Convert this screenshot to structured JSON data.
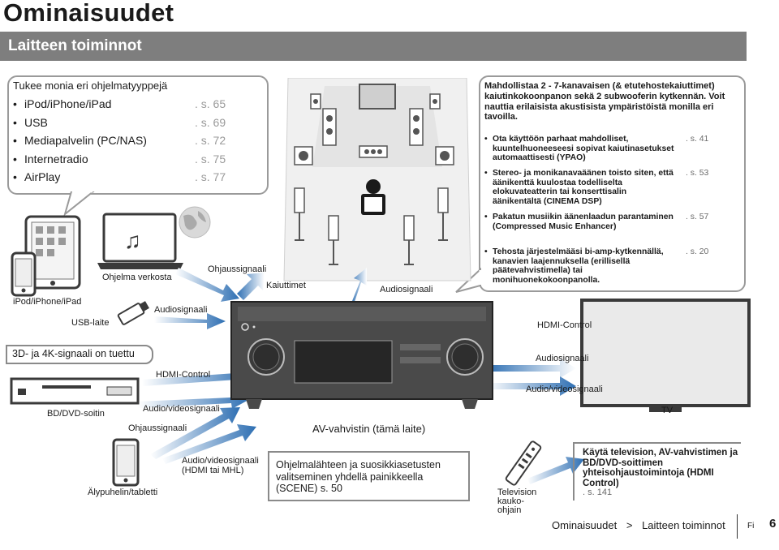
{
  "page": {
    "title": "Ominaisuudet",
    "section": "Laitteen toiminnot"
  },
  "platforms": {
    "heading": "Tukee monia eri ohjelmatyyppejä",
    "items": [
      {
        "name": "iPod/iPhone/iPad",
        "page": ". s. 65"
      },
      {
        "name": "USB",
        "page": ". s. 69"
      },
      {
        "name": "Mediapalvelin (PC/NAS)",
        "page": ". s. 72"
      },
      {
        "name": "Internetradio",
        "page": ". s. 75"
      },
      {
        "name": "AirPlay",
        "page": ". s. 77"
      }
    ]
  },
  "features": {
    "intro": "Mahdollistaa 2 - 7-kanavaisen (& etutehostekaiuttimet) kaiutinkokoonpanon sekä 2 subwooferin kytkennän. Voit nauttia erilaisista akustisista ympäristöistä monilla eri tavoilla.",
    "items": [
      {
        "text": "Ota käyttöön parhaat mahdolliset, kuuntelhuoneeseesi sopivat kaiutinasetukset automaattisesti (YPAO)",
        "page": ". s. 41"
      },
      {
        "text": "Stereo- ja monikanavaäänen toisto siten, että äänikenttä kuulostaa todelliselta elokuvateatterin tai konserttisalin äänikentältä (CINEMA DSP)",
        "page": ". s. 53"
      },
      {
        "text": "Pakatun musiikin äänenlaadun parantaminen (Compressed Music Enhancer)",
        "page": ". s. 57"
      },
      {
        "text": "Tehosta järjestelmääsi bi-amp-kytkennällä, kanavien laajennuksella (erillisellä päätevahvistimella) tai monihuonekokoonpanolla.",
        "page": ". s. 20"
      }
    ]
  },
  "labels": {
    "program_network": "Ohjelma verkosta",
    "control_signal_1": "Ohjaussignaali",
    "speakers": "Kaiuttimet",
    "audio_signal_1": "Audiosignaali",
    "ipod": "iPod/iPhone/iPad",
    "audio_signal_2": "Audiosignaali",
    "usb_device": "USB-laite",
    "hdmi_control_tv": "HDMI-Control",
    "three_d_4k": "3D- ja 4K-signaali on tuettu",
    "audio_signal_tv": "Audiosignaali",
    "hdmi_control_bd": "HDMI-Control",
    "av_signal_tv": "Audio/videosignaali",
    "av_signal_bd": "Audio/videosignaali",
    "bd_player": "BD/DVD-soitin",
    "tv": "TV",
    "control_signal_2": "Ohjaussignaali",
    "amplifier": "AV-vahvistin (tämä laite)",
    "av_signal_hdmi": "Audio/videosignaali (HDMI tai MHL)",
    "smartphone": "Älypuhelin/tabletti",
    "remote": "Television kauko-ohjain"
  },
  "scene_note": "Ohjelmalähteen ja suosikkiasetusten valitseminen yhdellä painikkeella (SCENE) s. 50",
  "hdmi_note": {
    "text": "Käytä television, AV-vahvistimen ja BD/DVD-soittimen yhteisohjaustoimintoja (HDMI Control)",
    "page": ". s. 141"
  },
  "footer": {
    "crumb1": "Ominaisuudet",
    "separator": ">",
    "crumb2": "Laitteen toiminnot",
    "lang": "Fi",
    "page_number": "6"
  },
  "colors": {
    "band": "#7e7e7e",
    "arrow_gradient_start": "#ffffff",
    "arrow_gradient_end": "#2e6fb3",
    "device": "#3a3a3a"
  },
  "icons": [
    "tablet-icon",
    "phone-icon",
    "laptop-icon",
    "globe-icon",
    "usb-stick-icon",
    "speaker-icon",
    "subwoofer-icon",
    "listener-icon",
    "receiver-icon",
    "tv-icon",
    "bd-player-icon",
    "smartphone-icon",
    "remote-icon"
  ]
}
